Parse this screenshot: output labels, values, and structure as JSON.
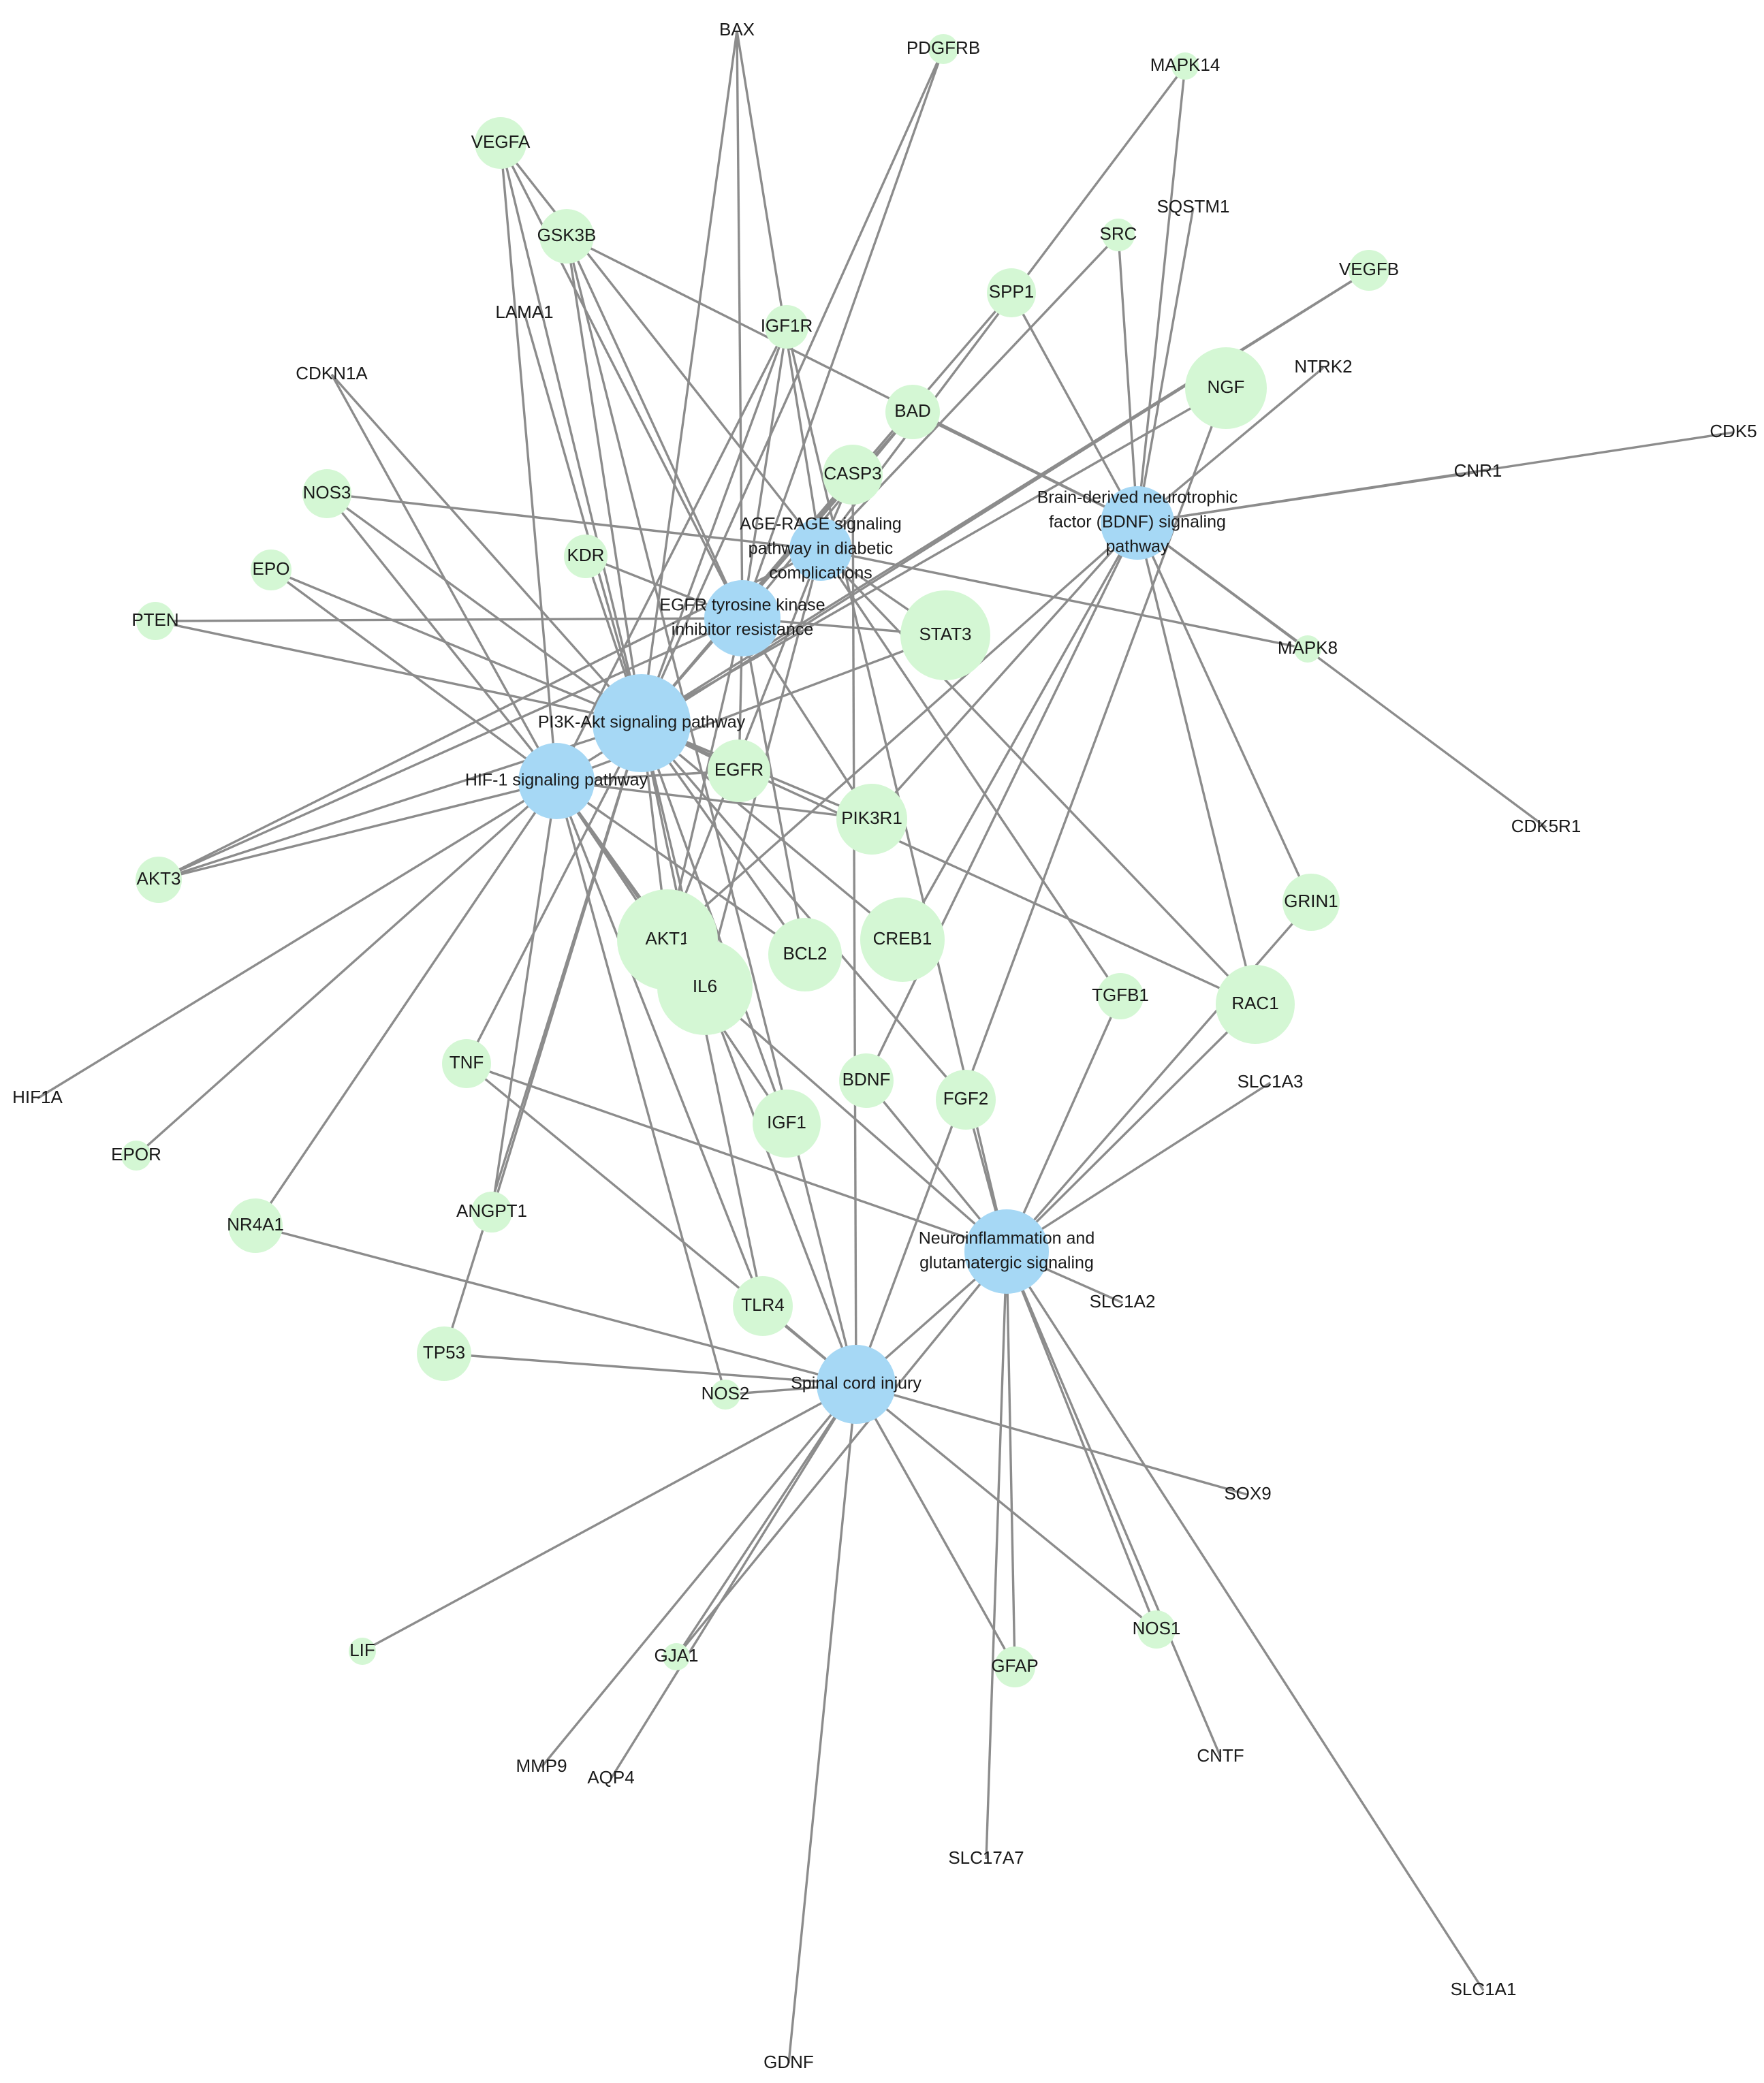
{
  "network": {
    "colors": {
      "gene": "#d4f7d4",
      "pathway": "#a6d8f5",
      "edge": "#8c8c8c",
      "label": "#1a1a1a"
    },
    "pathways": [
      {
        "id": "PI3K",
        "label_lines": [
          "PI3K-Akt signaling pathway"
        ]
      },
      {
        "id": "HIF1",
        "label_lines": [
          "HIF-1 signaling pathway"
        ]
      },
      {
        "id": "EGFRTKI",
        "label_lines": [
          "EGFR tyrosine kinase",
          "inhibitor resistance"
        ]
      },
      {
        "id": "AGE",
        "label_lines": [
          "AGE-RAGE signaling",
          "pathway in diabetic",
          "complications"
        ]
      },
      {
        "id": "BDNFP",
        "label_lines": [
          "Brain-derived neurotrophic",
          "factor (BDNF) signaling",
          "pathway"
        ]
      },
      {
        "id": "NEURO",
        "label_lines": [
          "Neuroinflammation and",
          "glutamatergic signaling"
        ]
      },
      {
        "id": "SCI",
        "label_lines": [
          "Spinal cord injury"
        ]
      }
    ],
    "genes": [
      "BAX",
      "PDGFRB",
      "MAPK14",
      "VEGFA",
      "GSK3B",
      "SQSTM1",
      "SRC",
      "VEGFB",
      "SPP1",
      "LAMA1",
      "IGF1R",
      "NTRK2",
      "CDKN1A",
      "NGF",
      "BAD",
      "CDK5",
      "CNR1",
      "CASP3",
      "NOS3",
      "KDR",
      "EPO",
      "PTEN",
      "STAT3",
      "MAPK8",
      "EGFR",
      "PIK3R1",
      "CDK5R1",
      "AKT3",
      "GRIN1",
      "AKT1",
      "IL6",
      "BCL2",
      "CREB1",
      "RAC1",
      "TGFB1",
      "HIF1A",
      "TNF",
      "BDNF",
      "FGF2",
      "SLC1A3",
      "IGF1",
      "EPOR",
      "NR4A1",
      "ANGPT1",
      "SLC1A2",
      "TLR4",
      "TP53",
      "NOS2",
      "SOX9",
      "LIF",
      "NOS1",
      "GJA1",
      "GFAP",
      "MMP9",
      "AQP4",
      "CNTF",
      "SLC17A7",
      "SLC1A1",
      "GDNF"
    ],
    "edges": [
      [
        "BAX",
        "PI3K"
      ],
      [
        "BAX",
        "EGFRTKI"
      ],
      [
        "BAX",
        "AGE"
      ],
      [
        "PDGFRB",
        "PI3K"
      ],
      [
        "PDGFRB",
        "EGFRTKI"
      ],
      [
        "MAPK14",
        "AGE"
      ],
      [
        "MAPK14",
        "BDNFP"
      ],
      [
        "VEGFA",
        "PI3K"
      ],
      [
        "VEGFA",
        "HIF1"
      ],
      [
        "VEGFA",
        "EGFRTKI"
      ],
      [
        "VEGFA",
        "AGE"
      ],
      [
        "GSK3B",
        "PI3K"
      ],
      [
        "GSK3B",
        "EGFRTKI"
      ],
      [
        "GSK3B",
        "BDNFP"
      ],
      [
        "GSK3B",
        "SCI"
      ],
      [
        "SQSTM1",
        "BDNFP"
      ],
      [
        "SRC",
        "AGE"
      ],
      [
        "SRC",
        "BDNFP"
      ],
      [
        "VEGFB",
        "PI3K"
      ],
      [
        "VEGFB",
        "HIF1"
      ],
      [
        "SPP1",
        "PI3K"
      ],
      [
        "SPP1",
        "BDNFP"
      ],
      [
        "LAMA1",
        "PI3K"
      ],
      [
        "IGF1R",
        "PI3K"
      ],
      [
        "IGF1R",
        "HIF1"
      ],
      [
        "IGF1R",
        "EGFRTKI"
      ],
      [
        "IGF1R",
        "NEURO"
      ],
      [
        "NTRK2",
        "BDNFP"
      ],
      [
        "CDKN1A",
        "PI3K"
      ],
      [
        "CDKN1A",
        "HIF1"
      ],
      [
        "NGF",
        "PI3K"
      ],
      [
        "NGF",
        "SCI"
      ],
      [
        "BAD",
        "PI3K"
      ],
      [
        "BAD",
        "EGFRTKI"
      ],
      [
        "BAD",
        "BDNFP"
      ],
      [
        "CDK5",
        "BDNFP"
      ],
      [
        "CNR1",
        "BDNFP"
      ],
      [
        "CASP3",
        "PI3K"
      ],
      [
        "CASP3",
        "AGE"
      ],
      [
        "CASP3",
        "SCI"
      ],
      [
        "NOS3",
        "PI3K"
      ],
      [
        "NOS3",
        "HIF1"
      ],
      [
        "NOS3",
        "AGE"
      ],
      [
        "KDR",
        "PI3K"
      ],
      [
        "KDR",
        "EGFRTKI"
      ],
      [
        "EPO",
        "PI3K"
      ],
      [
        "EPO",
        "HIF1"
      ],
      [
        "PTEN",
        "PI3K"
      ],
      [
        "PTEN",
        "EGFRTKI"
      ],
      [
        "STAT3",
        "EGFRTKI"
      ],
      [
        "STAT3",
        "HIF1"
      ],
      [
        "STAT3",
        "AGE"
      ],
      [
        "MAPK8",
        "AGE"
      ],
      [
        "MAPK8",
        "BDNFP"
      ],
      [
        "EGFR",
        "PI3K"
      ],
      [
        "EGFR",
        "HIF1"
      ],
      [
        "EGFR",
        "EGFRTKI"
      ],
      [
        "PIK3R1",
        "PI3K"
      ],
      [
        "PIK3R1",
        "HIF1"
      ],
      [
        "PIK3R1",
        "EGFRTKI"
      ],
      [
        "PIK3R1",
        "BDNFP"
      ],
      [
        "CDK5R1",
        "BDNFP"
      ],
      [
        "AKT3",
        "PI3K"
      ],
      [
        "AKT3",
        "HIF1"
      ],
      [
        "AKT3",
        "EGFRTKI"
      ],
      [
        "AKT3",
        "AGE"
      ],
      [
        "GRIN1",
        "BDNFP"
      ],
      [
        "GRIN1",
        "NEURO"
      ],
      [
        "AKT1",
        "PI3K"
      ],
      [
        "AKT1",
        "HIF1"
      ],
      [
        "AKT1",
        "EGFRTKI"
      ],
      [
        "AKT1",
        "AGE"
      ],
      [
        "AKT1",
        "BDNFP"
      ],
      [
        "IL6",
        "PI3K"
      ],
      [
        "IL6",
        "HIF1"
      ],
      [
        "IL6",
        "AGE"
      ],
      [
        "IL6",
        "NEURO"
      ],
      [
        "IL6",
        "SCI"
      ],
      [
        "BCL2",
        "PI3K"
      ],
      [
        "BCL2",
        "EGFRTKI"
      ],
      [
        "BCL2",
        "HIF1"
      ],
      [
        "CREB1",
        "PI3K"
      ],
      [
        "CREB1",
        "BDNFP"
      ],
      [
        "RAC1",
        "PI3K"
      ],
      [
        "RAC1",
        "AGE"
      ],
      [
        "RAC1",
        "BDNFP"
      ],
      [
        "RAC1",
        "NEURO"
      ],
      [
        "TGFB1",
        "AGE"
      ],
      [
        "TGFB1",
        "NEURO"
      ],
      [
        "HIF1A",
        "HIF1"
      ],
      [
        "TNF",
        "PI3K"
      ],
      [
        "TNF",
        "NEURO"
      ],
      [
        "TNF",
        "SCI"
      ],
      [
        "BDNF",
        "BDNFP"
      ],
      [
        "BDNF",
        "NEURO"
      ],
      [
        "FGF2",
        "PI3K"
      ],
      [
        "FGF2",
        "NEURO"
      ],
      [
        "SLC1A3",
        "NEURO"
      ],
      [
        "IGF1",
        "PI3K"
      ],
      [
        "IGF1",
        "HIF1"
      ],
      [
        "EPOR",
        "HIF1"
      ],
      [
        "NR4A1",
        "HIF1"
      ],
      [
        "NR4A1",
        "SCI"
      ],
      [
        "ANGPT1",
        "PI3K"
      ],
      [
        "ANGPT1",
        "HIF1"
      ],
      [
        "SLC1A2",
        "NEURO"
      ],
      [
        "TLR4",
        "PI3K"
      ],
      [
        "TLR4",
        "HIF1"
      ],
      [
        "TLR4",
        "SCI"
      ],
      [
        "TP53",
        "PI3K"
      ],
      [
        "TP53",
        "SCI"
      ],
      [
        "NOS2",
        "HIF1"
      ],
      [
        "NOS2",
        "SCI"
      ],
      [
        "SOX9",
        "SCI"
      ],
      [
        "LIF",
        "SCI"
      ],
      [
        "NOS1",
        "NEURO"
      ],
      [
        "NOS1",
        "SCI"
      ],
      [
        "GJA1",
        "NEURO"
      ],
      [
        "GJA1",
        "SCI"
      ],
      [
        "GFAP",
        "NEURO"
      ],
      [
        "GFAP",
        "SCI"
      ],
      [
        "MMP9",
        "SCI"
      ],
      [
        "AQP4",
        "SCI"
      ],
      [
        "CNTF",
        "NEURO"
      ],
      [
        "SLC17A7",
        "NEURO"
      ],
      [
        "SLC1A1",
        "NEURO"
      ],
      [
        "GDNF",
        "SCI"
      ],
      [
        "NEURO",
        "SCI"
      ]
    ]
  }
}
